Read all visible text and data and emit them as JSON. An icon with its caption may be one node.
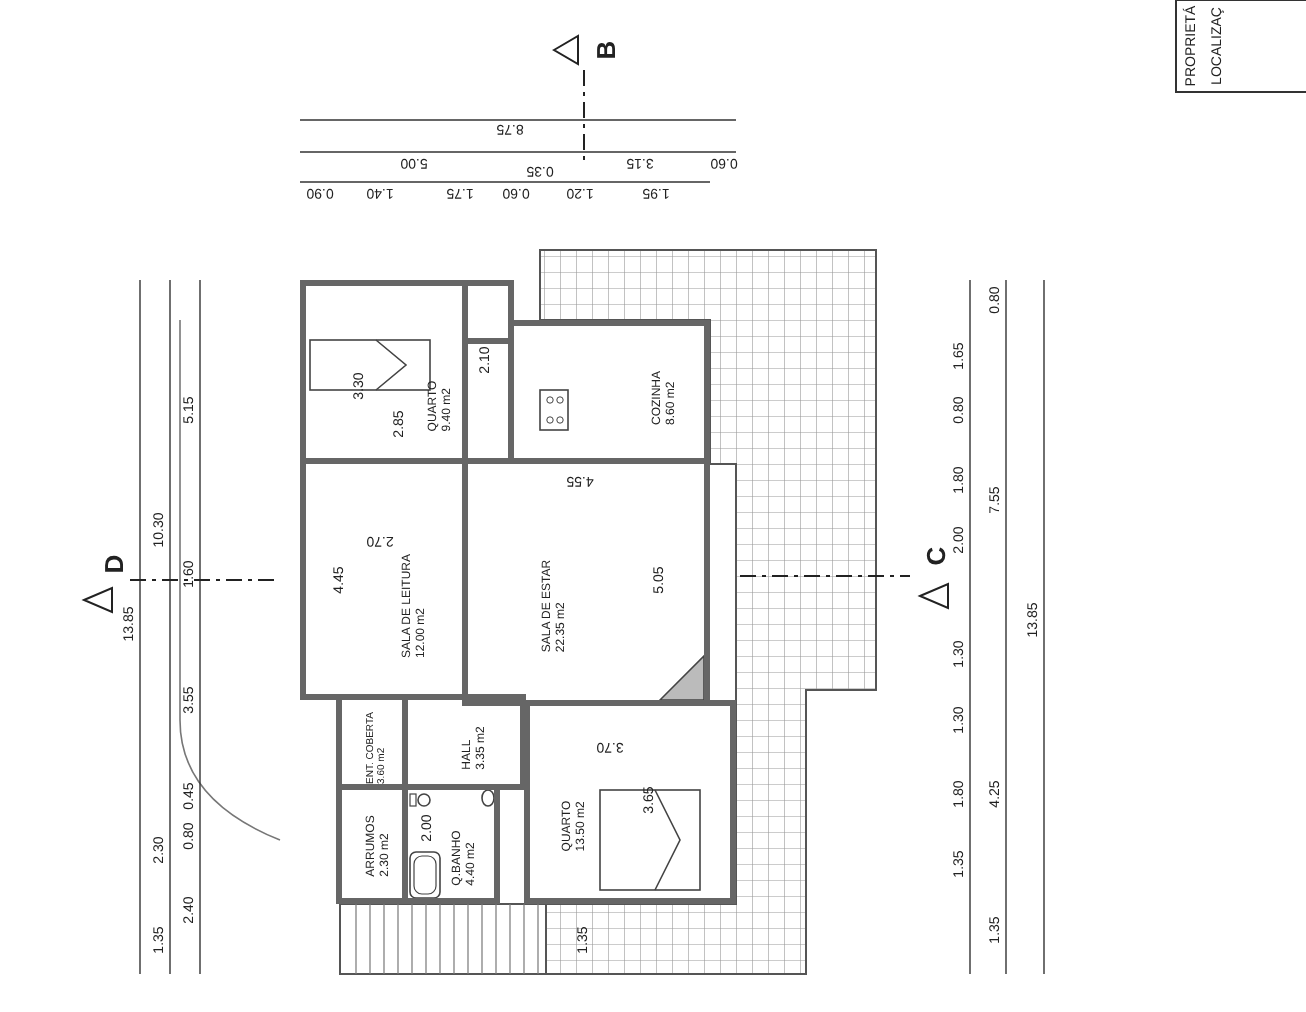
{
  "diagram": {
    "nodes": [
      {
        "text": [
          "QUARTO",
          "9.40 m2"
        ]
      },
      {
        "text": [],
        "shape": "box"
      },
      {
        "text": [
          "COZINHA",
          "8.60 m2"
        ]
      },
      {
        "text": [
          "SALA DE LEITURA",
          "12.00 m2"
        ]
      },
      {
        "text": [
          "SALA DE ESTAR",
          "22.35 m2"
        ]
      },
      {
        "text": [
          "ENT. COBERTA",
          "3.60 m2"
        ]
      },
      {
        "text": [
          "HALL",
          "3.35 m2"
        ]
      },
      {
        "text": [
          "Q.BANHO",
          "4.40 m2"
        ]
      },
      {
        "text": [
          "ARRUMOS",
          "2.30 m2"
        ]
      },
      {
        "text": [
          "QUARTO",
          "13.50 m2"
        ]
      }
    ],
    "labels": [
      "B",
      "8.75",
      "5.00",
      "3.15",
      "0.60",
      "0.90",
      "1.40",
      "1.75",
      "0.60",
      "0.35",
      "1.20",
      "1.95",
      "D",
      "13.85",
      "10.30",
      "5.15",
      "1.60",
      "3.55",
      "0.45",
      "0.80",
      "2.30",
      "2.40",
      "1.35",
      "C",
      "0.80",
      "1.65",
      "0.80",
      "1.80",
      "2.00",
      "1.30",
      "1.30",
      "1.80",
      "1.35",
      "7.55",
      "4.25",
      "1.35",
      "13.85",
      "3.30",
      "2.85",
      "2.10",
      "2.70",
      "4.45",
      "4.55",
      "5.05",
      "3.70",
      "3.65",
      "2.00",
      "1.35",
      "PROPRIETÁ",
      "LOCALIZAÇ"
    ]
  }
}
